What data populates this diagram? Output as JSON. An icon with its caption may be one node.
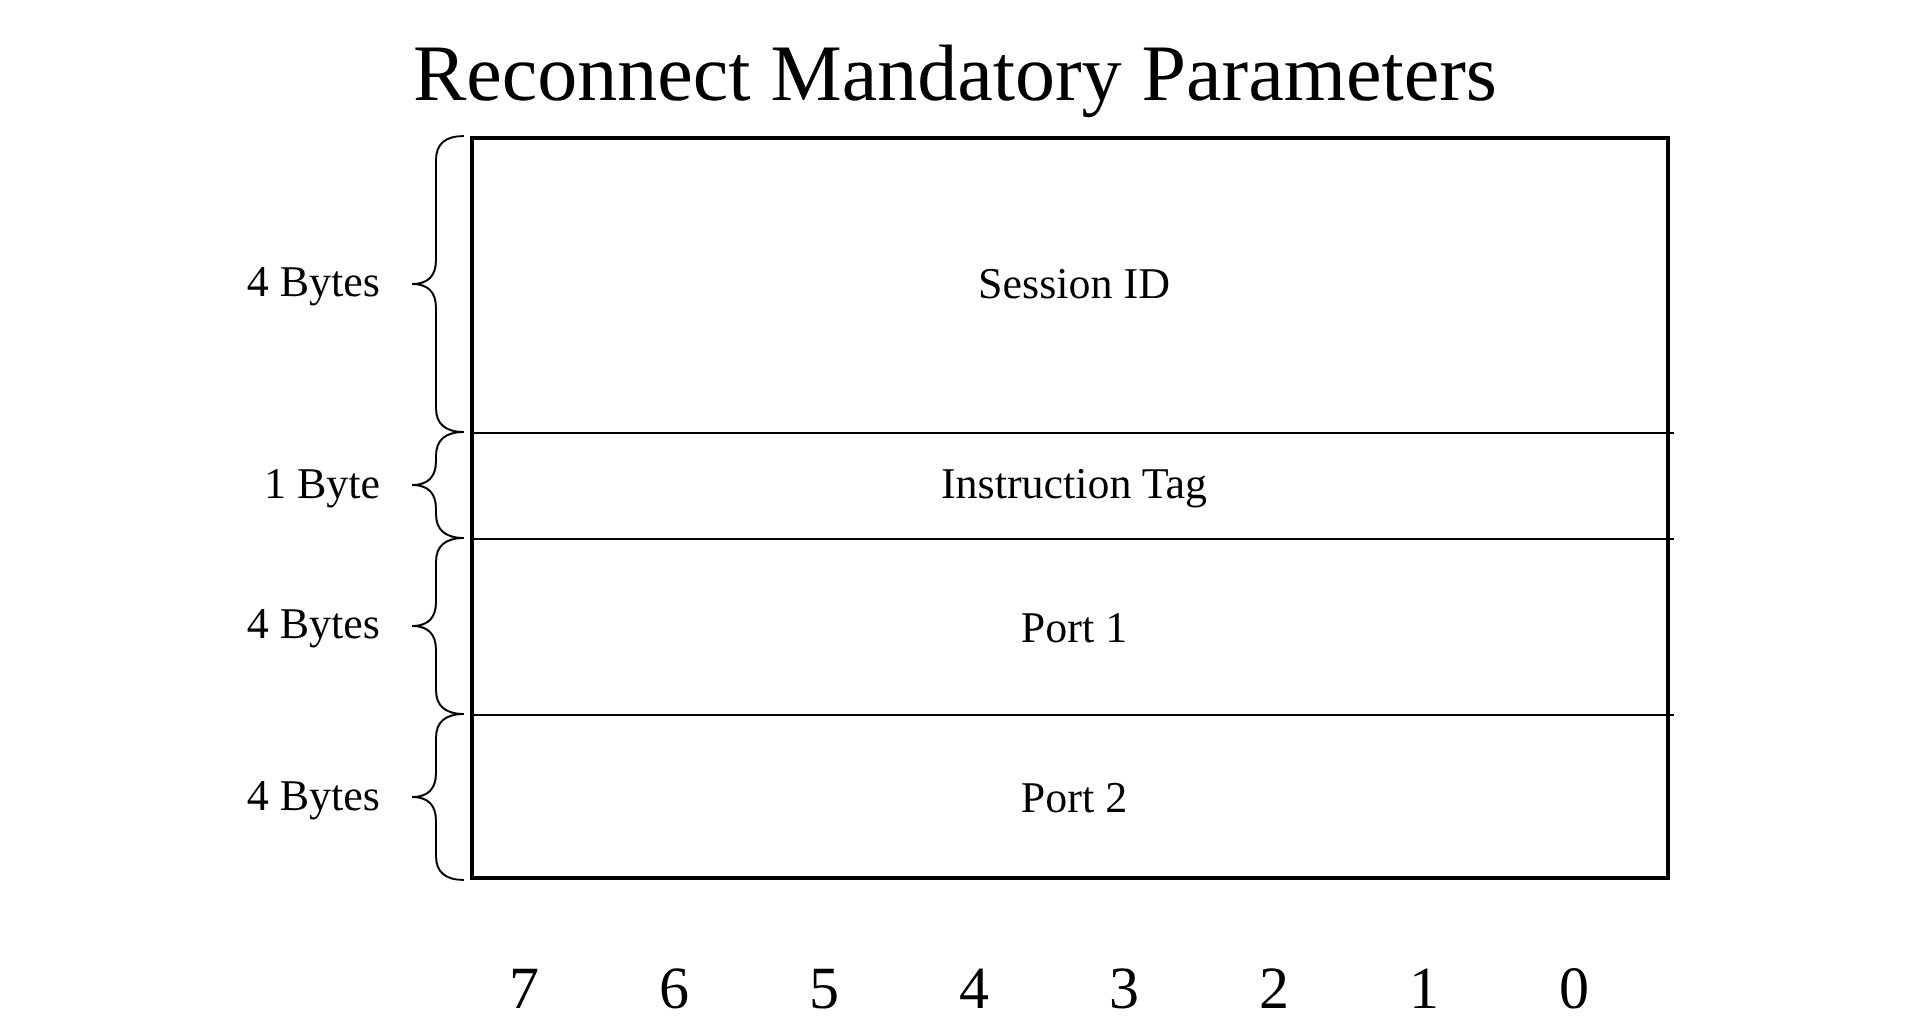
{
  "diagram": {
    "title": "Reconnect Mandatory Parameters",
    "nodes": [
      {
        "text": [
          "Session ID"
        ]
      },
      {
        "text": [
          "Instruction Tag"
        ]
      },
      {
        "text": [
          "Port 1"
        ]
      },
      {
        "text": [
          "Port 2"
        ]
      }
    ],
    "labels": [
      "4 Bytes",
      "1 Byte",
      "4 Bytes",
      "4 Bytes",
      "7",
      "6",
      "5",
      "4",
      "3",
      "2",
      "1",
      "0"
    ]
  }
}
